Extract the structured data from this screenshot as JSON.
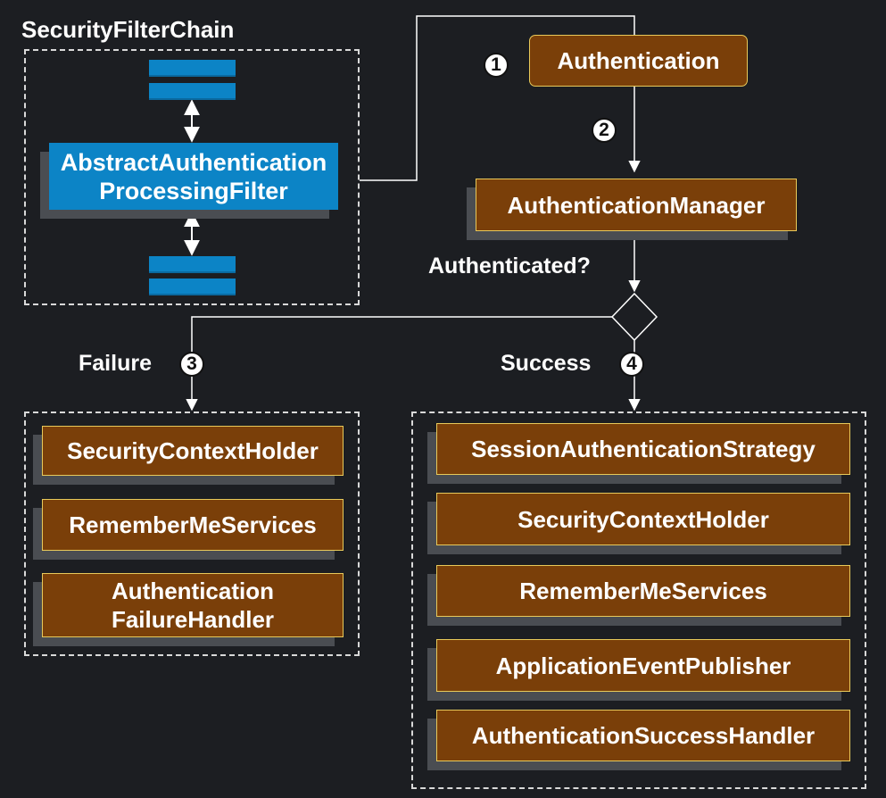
{
  "filter_chain": {
    "title": "SecurityFilterChain",
    "filter_label": "AbstractAuthentication\nProcessingFilter"
  },
  "flow": {
    "authentication": "Authentication",
    "manager": "AuthenticationManager",
    "question": "Authenticated?",
    "failure_label": "Failure",
    "success_label": "Success",
    "steps": [
      "1",
      "2",
      "3",
      "4"
    ]
  },
  "failure_components": [
    "SecurityContextHolder",
    "RememberMeServices",
    "Authentication\nFailureHandler"
  ],
  "success_components": [
    "SessionAuthenticationStrategy",
    "SecurityContextHolder",
    "RememberMeServices",
    "ApplicationEventPublisher",
    "AuthenticationSuccessHandler"
  ],
  "colors": {
    "background": "#1c1e22",
    "component_fill": "#7a3f09",
    "component_border": "#e8c95a",
    "filter_fill": "#0c84c6"
  }
}
